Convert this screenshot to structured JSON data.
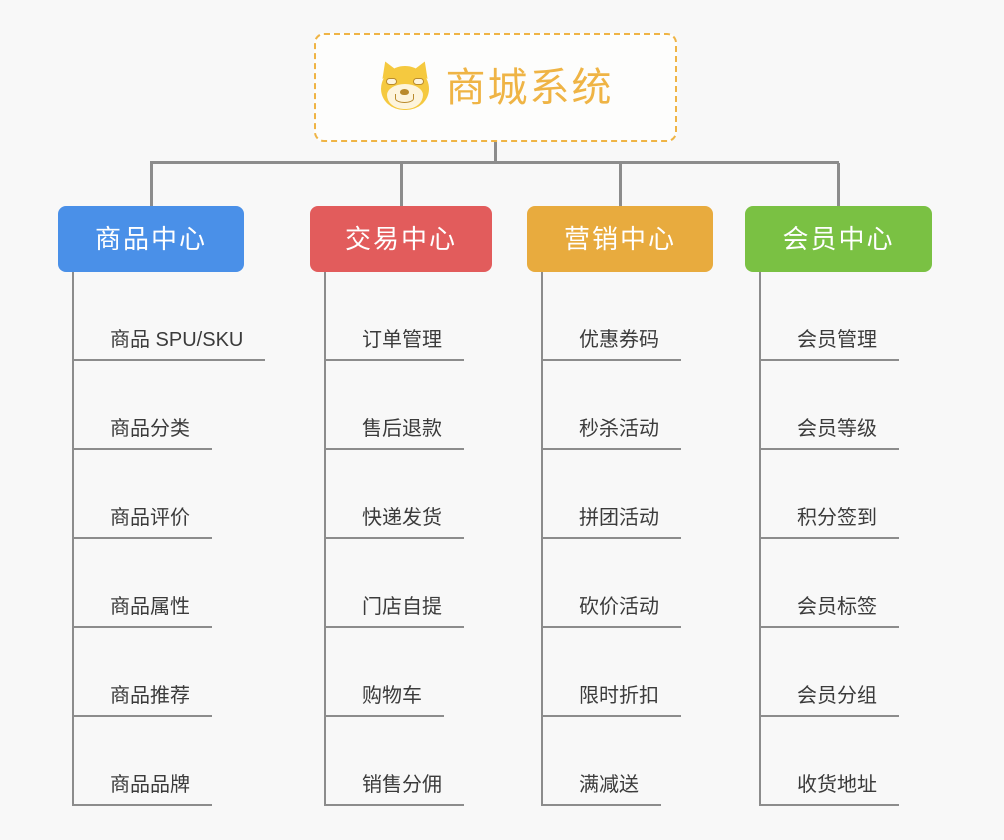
{
  "page": {
    "background_color": "#f8f8f8",
    "line_color": "#8c8c8c",
    "text_color": "#3b3b3b"
  },
  "root": {
    "title": "商城系统",
    "icon": "shiba-dog-face-emoji",
    "accent_color": "#efb445",
    "border_style": "dashed"
  },
  "branches": [
    {
      "label": "商品中心",
      "color": "#4a90e8",
      "items": [
        "商品 SPU/SKU",
        "商品分类",
        "商品评价",
        "商品属性",
        "商品推荐",
        "商品品牌"
      ]
    },
    {
      "label": "交易中心",
      "color": "#e25c5c",
      "items": [
        "订单管理",
        "售后退款",
        "快递发货",
        "门店自提",
        "购物车",
        "销售分佣"
      ]
    },
    {
      "label": "营销中心",
      "color": "#e8ab3e",
      "items": [
        "优惠券码",
        "秒杀活动",
        "拼团活动",
        "砍价活动",
        "限时折扣",
        "满减送"
      ]
    },
    {
      "label": "会员中心",
      "color": "#7ac143",
      "items": [
        "会员管理",
        "会员等级",
        "积分签到",
        "会员标签",
        "会员分组",
        "收货地址"
      ]
    }
  ]
}
